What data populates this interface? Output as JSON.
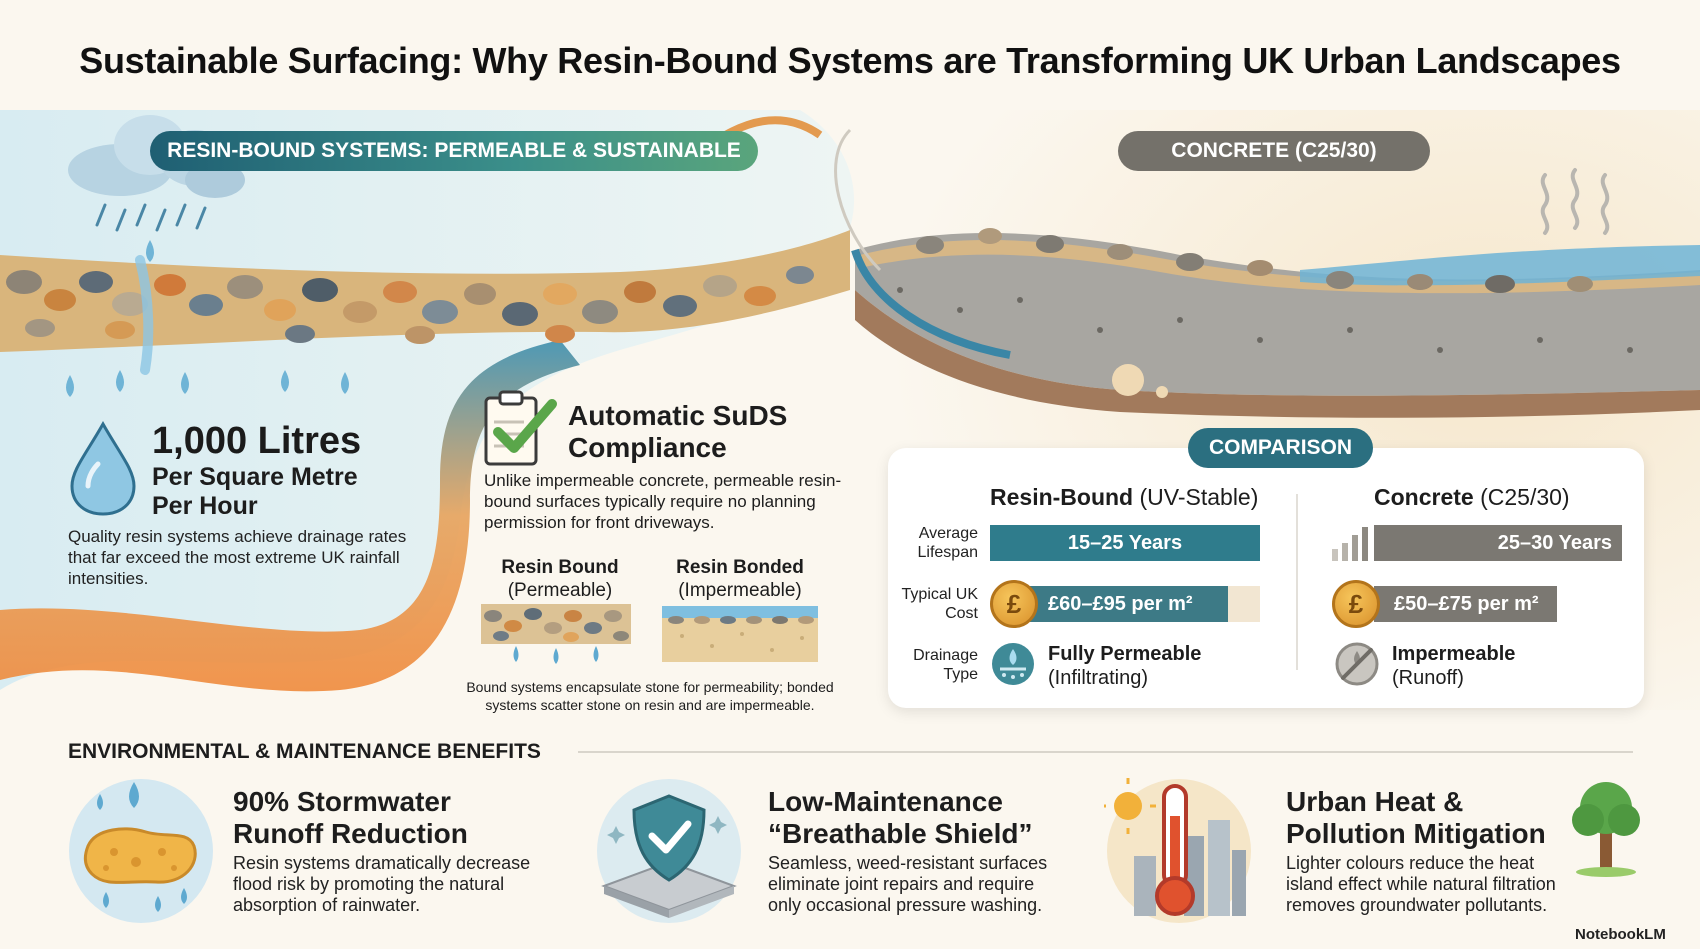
{
  "title": "Sustainable Surfacing: Why Resin-Bound Systems are Transforming UK Urban Landscapes",
  "panels": {
    "resin_label": "RESIN-BOUND SYSTEMS: PERMEABLE & SUSTAINABLE",
    "concrete_label": "CONCRETE (C25/30)"
  },
  "drainage_stat": {
    "value": "1,000 Litres",
    "line1": "Per Square Metre",
    "line2": "Per Hour",
    "description": "Quality resin systems achieve drainage rates that far exceed the most extreme UK rainfall intensities."
  },
  "suds": {
    "title": "Automatic SuDS Compliance",
    "description": "Unlike impermeable concrete, permeable resin-bound surfaces typically require no planning permission for front driveways.",
    "bound_title": "Resin Bound",
    "bound_sub": "(Permeable)",
    "bonded_title": "Resin Bonded",
    "bonded_sub": "(Impermeable)",
    "note": "Bound systems encapsulate stone for permeability; bonded systems scatter stone on resin and are impermeable."
  },
  "comparison": {
    "label": "COMPARISON",
    "resin_head_bold": "Resin-Bound",
    "resin_head_rest": " (UV-Stable)",
    "concrete_head_bold": "Concrete",
    "concrete_head_rest": " (C25/30)",
    "row_lifespan": "Average Lifespan",
    "row_cost": "Typical UK Cost",
    "row_drainage": "Drainage Type",
    "resin_lifespan": "15–25 Years",
    "concrete_lifespan": "25–30 Years",
    "resin_cost": "£60–£95 per m²",
    "concrete_cost": "£50–£75 per m²",
    "coin_symbol": "£",
    "resin_drain_bold": "Fully Permeable",
    "resin_drain_sub": "(Infiltrating)",
    "concrete_drain_bold": "Impermeable",
    "concrete_drain_sub": "(Runoff)"
  },
  "benefits": {
    "heading": "ENVIRONMENTAL & MAINTENANCE BENEFITS",
    "items": [
      {
        "title": "90% Stormwater Runoff Reduction",
        "description": "Resin systems dramatically decrease flood risk by promoting the natural absorption of rainwater."
      },
      {
        "title": "Low-Maintenance “Breathable Shield”",
        "description": "Seamless, weed-resistant surfaces eliminate joint repairs and require only occasional pressure washing."
      },
      {
        "title": "Urban Heat & Pollution Mitigation",
        "description": "Lighter colours reduce the heat island effect while natural filtration removes groundwater pollutants."
      }
    ]
  },
  "brand": "NotebookLM",
  "colors": {
    "teal": "#2f7c8c",
    "orange": "#ec8a3c",
    "concrete_gray": "#7b7872",
    "sand": "#e3c48c",
    "water": "#6fb4d6"
  }
}
